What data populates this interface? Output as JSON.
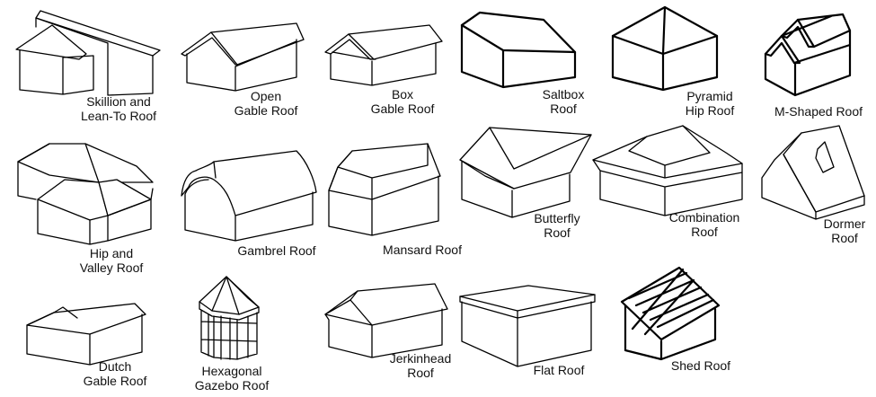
{
  "roofs": [
    {
      "lines": [
        "Skillion and",
        "Lean-To Roof"
      ]
    },
    {
      "lines": [
        "Open",
        "Gable Roof"
      ]
    },
    {
      "lines": [
        "Box",
        "Gable Roof"
      ]
    },
    {
      "lines": [
        "Saltbox",
        "Roof"
      ]
    },
    {
      "lines": [
        "Pyramid",
        "Hip Roof"
      ]
    },
    {
      "lines": [
        "M-Shaped Roof"
      ]
    },
    {
      "lines": [
        "Hip and",
        "Valley Roof"
      ]
    },
    {
      "lines": [
        "Gambrel Roof"
      ]
    },
    {
      "lines": [
        "Mansard Roof"
      ]
    },
    {
      "lines": [
        "Butterfly",
        "Roof"
      ]
    },
    {
      "lines": [
        "Combination",
        "Roof"
      ]
    },
    {
      "lines": [
        "Dormer",
        "Roof"
      ]
    },
    {
      "lines": [
        "Dutch",
        "Gable Roof"
      ]
    },
    {
      "lines": [
        "Hexagonal",
        "Gazebo Roof"
      ]
    },
    {
      "lines": [
        "Jerkinhead",
        "Roof"
      ]
    },
    {
      "lines": [
        "Flat Roof"
      ]
    },
    {
      "lines": [
        "Shed Roof"
      ]
    }
  ]
}
